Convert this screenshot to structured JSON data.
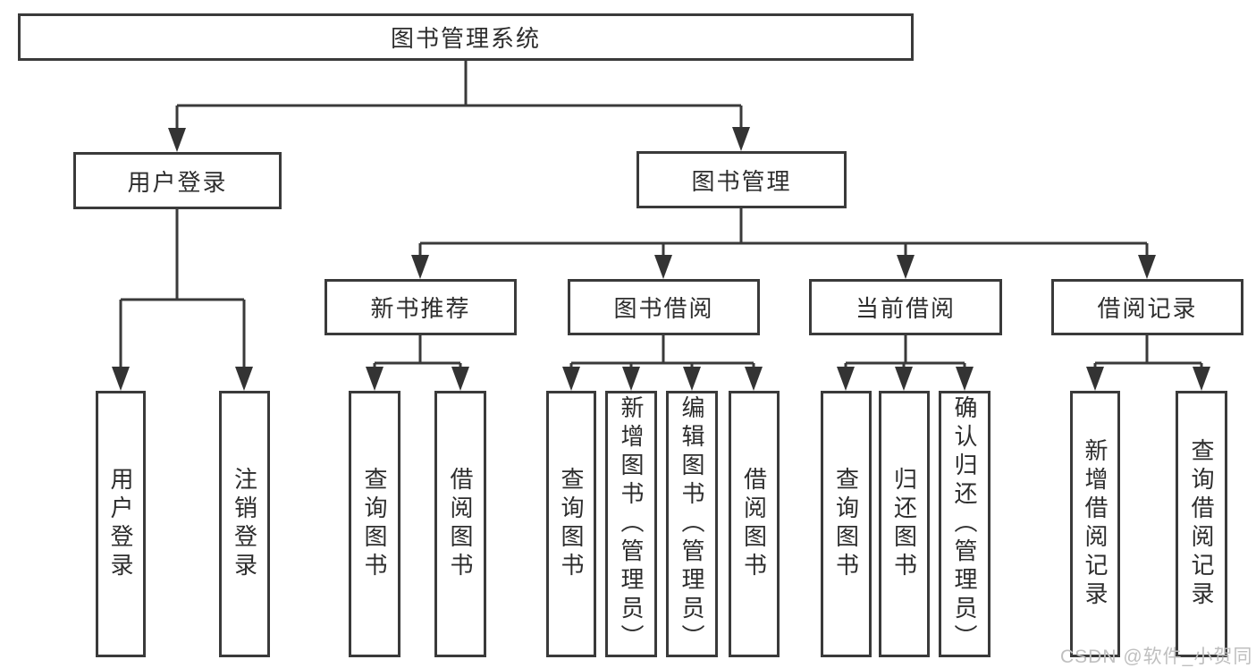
{
  "tree": {
    "label": "图书管理系统",
    "children": [
      {
        "label": "用户登录",
        "children": [
          {
            "label": "用户登录"
          },
          {
            "label": "注销登录"
          }
        ]
      },
      {
        "label": "图书管理",
        "children": [
          {
            "label": "新书推荐",
            "children": [
              {
                "label": "查询图书"
              },
              {
                "label": "借阅图书"
              }
            ]
          },
          {
            "label": "图书借阅",
            "children": [
              {
                "label": "查询图书"
              },
              {
                "label": "新增图书（管理员）"
              },
              {
                "label": "编辑图书（管理员）"
              },
              {
                "label": "借阅图书"
              }
            ]
          },
          {
            "label": "当前借阅",
            "children": [
              {
                "label": "查询图书"
              },
              {
                "label": "归还图书"
              },
              {
                "label": "确认归还（管理员）"
              }
            ]
          },
          {
            "label": "借阅记录",
            "children": [
              {
                "label": "新增借阅记录"
              },
              {
                "label": "查询借阅记录"
              }
            ]
          }
        ]
      }
    ]
  },
  "watermark": {
    "text": "CSDN @软件_小贺同学"
  },
  "colors": {
    "line": "#3a3a3a",
    "text": "#2d2d2d",
    "background": "#ffffff",
    "watermark": "#bfbfbf"
  }
}
